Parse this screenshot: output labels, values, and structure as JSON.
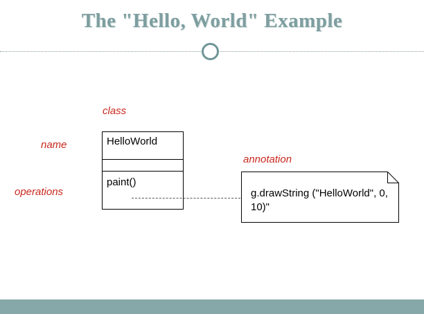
{
  "slide": {
    "title": "The \"Hello, World\" Example"
  },
  "labels": {
    "class": "class",
    "name": "name",
    "operations": "operations",
    "annotation": "annotation"
  },
  "uml_class": {
    "name": "HelloWorld",
    "operations": [
      "paint()"
    ]
  },
  "note": {
    "text": "g.drawString (\"HelloWorld\", 0, 10)\""
  },
  "colors": {
    "title": "#7e9ea0",
    "label": "#c8281e",
    "footer": "#86a8a8",
    "ornament": "#6f9596"
  }
}
